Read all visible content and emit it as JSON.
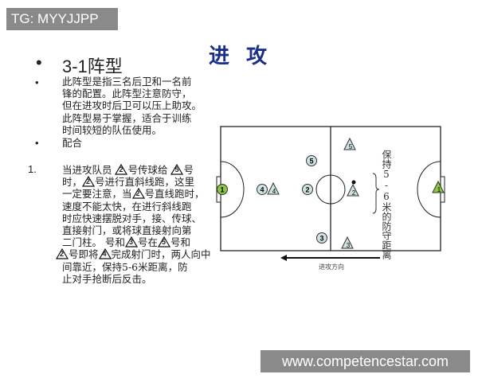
{
  "badge": "TG: MYYJJPP",
  "title": "进 攻",
  "heading": {
    "bullet": "•",
    "text": "3-1阵型"
  },
  "paragraph1": [
    "此阵型是指三名后卫和一名前",
    "锋的配置。此阵型注意防守，",
    "但在进攻时后卫可以压上助攻。",
    "此阵型易于掌握，适合于训练",
    "时间较短的队伍使用。"
  ],
  "bullet2": "配合",
  "item_number": "1.",
  "item_lines": [
    [
      {
        "t": "当进攻队员 "
      },
      {
        "tri": "2"
      },
      {
        "t": "号传球给 "
      },
      {
        "tri": "5"
      },
      {
        "t": "号"
      }
    ],
    [
      {
        "t": "时，"
      },
      {
        "tri": "2"
      },
      {
        "t": "号进行直斜线跑，这里"
      }
    ],
    [
      {
        "t": "一定要注意，当"
      },
      {
        "tri": "2"
      },
      {
        "t": "号直线跑时，"
      }
    ],
    [
      {
        "t": "速度不能太快，在进行斜线跑"
      }
    ],
    [
      {
        "t": "时应快速摆脱对手，接、传球、"
      }
    ],
    [
      {
        "t": "直接射门，或将球直接射向第"
      }
    ],
    [
      {
        "t": "二门柱。  号和"
      },
      {
        "tri": "3"
      },
      {
        "t": "号在"
      },
      {
        "tri": "5"
      },
      {
        "t": "号和"
      }
    ],
    [
      {
        "tri": "2"
      },
      {
        "t": "号即将"
      },
      {
        "tri": "4"
      },
      {
        "t": "完成射门时，两人向中"
      }
    ],
    [
      {
        "t": "间靠近，保持5-6米距离，防"
      }
    ],
    [
      {
        "t": "止对手抢断后反击。"
      }
    ]
  ],
  "diagram": {
    "colors": {
      "green": "#8dc63f",
      "player": "#cfe3e3",
      "line": "#222222"
    },
    "circles": [
      {
        "n": "1",
        "green": true
      },
      {
        "n": "4"
      },
      {
        "n": "2"
      },
      {
        "n": "5"
      },
      {
        "n": "3"
      }
    ],
    "triangles": [
      {
        "n": "4"
      },
      {
        "n": "5"
      },
      {
        "n": "2"
      },
      {
        "n": "3"
      },
      {
        "n": "1",
        "green": true
      }
    ],
    "distance_label": "保持5-6米的防守距离",
    "direction_label": "进攻方向"
  },
  "watermark": "www.competencestar.com"
}
